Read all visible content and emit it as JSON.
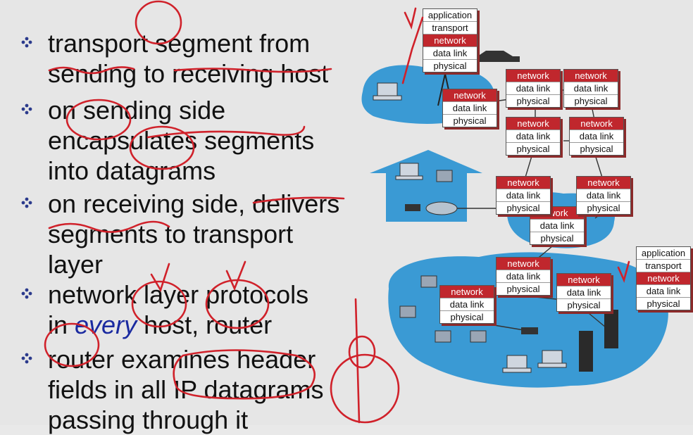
{
  "bullets": [
    {
      "lines": [
        "transport segment from",
        "sending to receiving host"
      ]
    },
    {
      "lines": [
        "on sending side",
        "encapsulates segments",
        "into datagrams"
      ]
    },
    {
      "lines": [
        "on receiving side, delivers",
        "segments to transport",
        "layer"
      ]
    },
    {
      "line1_a": "network layer protocols",
      "line2_a": "in ",
      "line2_em": "every",
      "line2_b": " host, router"
    },
    {
      "lines": [
        "router examines header",
        "fields in all IP datagrams",
        "passing through it"
      ]
    }
  ],
  "stacks": {
    "host_top": [
      "application",
      "transport",
      "network",
      "data link",
      "physical"
    ],
    "router": [
      "network",
      "data link",
      "physical"
    ],
    "router_partial": [
      "twork",
      "data link",
      "physical"
    ],
    "host_right": [
      "application",
      "transport",
      "network",
      "data link",
      "physical"
    ]
  },
  "colors": {
    "network_layer": "#c0272d",
    "annotation": "#d0212a",
    "cloud": "#3a9ad4",
    "emphasis": "#1a2aa0"
  }
}
